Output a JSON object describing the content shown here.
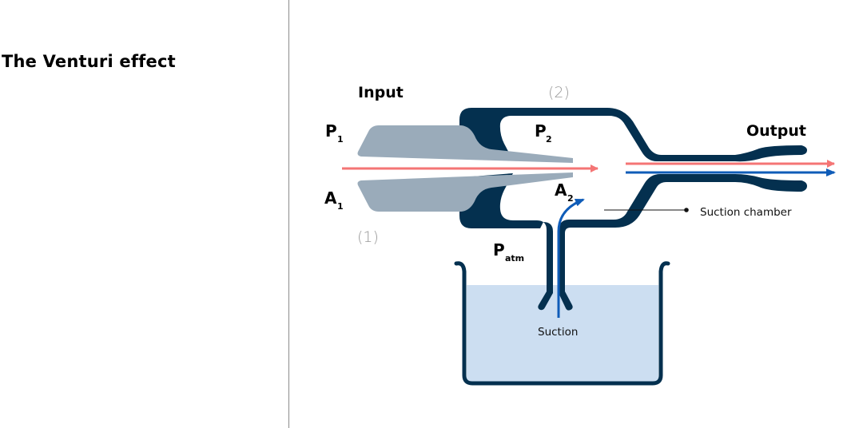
{
  "title": "The Venturi effect",
  "labels": {
    "input": "Input",
    "output": "Output",
    "p1": "P",
    "p1_sub": "1",
    "a1": "A",
    "a1_sub": "1",
    "p2": "P",
    "p2_sub": "2",
    "a2": "A",
    "a2_sub": "2",
    "patm": "P",
    "patm_sub": "atm",
    "section1": "(1)",
    "section2": "(2)",
    "suction_chamber": "Suction chamber",
    "suction": "Suction"
  },
  "colors": {
    "pipe": "#04304f",
    "nozzle": "#9aabba",
    "liquid": "#ccdef1",
    "input_flow": "#f47575",
    "suction_flow": "#0f5cb8",
    "divider": "#8c8c8c"
  }
}
